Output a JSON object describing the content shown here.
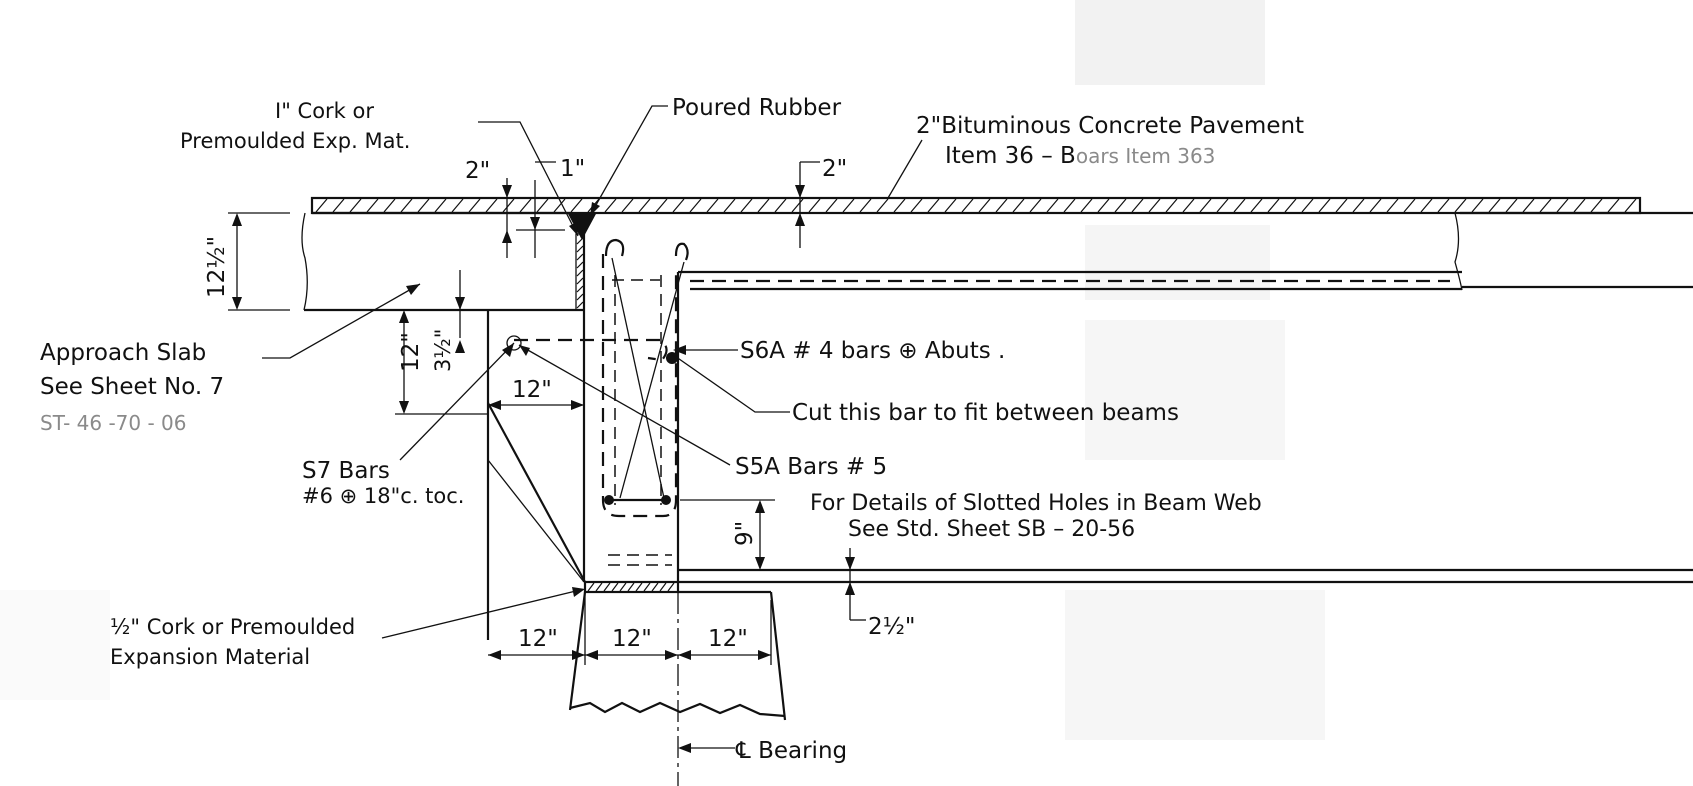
{
  "labels": {
    "cork_1in_line1": "I\" Cork or",
    "cork_1in_line2": "Premoulded  Exp. Mat.",
    "poured_rubber": "Poured Rubber",
    "pavement_line1": "2\"Bituminous Concrete Pavement",
    "pavement_item_prefix": "Item  36",
    "pavement_item_suffix": " – B",
    "pavement_item_faint": "oars  Item  363",
    "dim_2in_left": "2\"",
    "dim_1in": "1\"",
    "dim_2in_right": "2\"",
    "dim_12half": "12½\"",
    "approach_line1": "Approach Slab",
    "approach_line2": "See  Sheet  No. 7",
    "approach_faint": "ST- 46 -70 - 06",
    "dim_12_vert": "12\"",
    "dim_3half": "3½\"",
    "dim_12_horiz": "12\"",
    "s6a": "S6A # 4  bars ⊕ Abuts .",
    "cut_bar": "Cut this bar to fit between beams",
    "s7_line1": "S7  Bars",
    "s7_line2": "#6 ⊕ 18\"c. toc.",
    "s5a": "S5A  Bars  # 5",
    "details_line1": "For Details of Slotted Holes in   Beam  Web",
    "details_line2": "See  Std.  Sheet   SB – 20-56",
    "dim_9": "9\"",
    "dim_2half": "2½\"",
    "cork_half_line1": "½\" Cork or  Premoulded",
    "cork_half_line2": "Expansion Material",
    "dim_12_a": "12\"",
    "dim_12_b": "12\"",
    "dim_12_c": "12\"",
    "bearing": "℄ Bearing"
  }
}
